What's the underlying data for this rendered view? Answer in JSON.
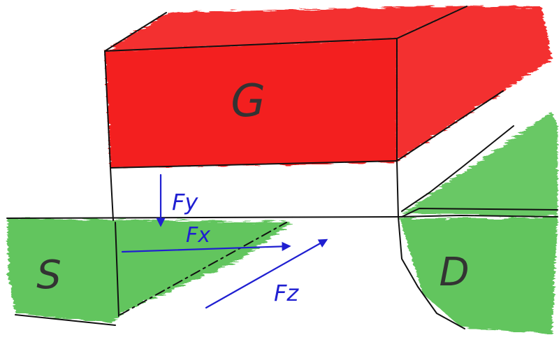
{
  "labels": {
    "gate": "G",
    "source": "S",
    "drain": "D",
    "fy": "Fy",
    "fx": "Fx",
    "fz": "Fz"
  },
  "colors": {
    "gate_fill": "#f20d0d",
    "region_fill": "#3fb93a",
    "ink": "#111111",
    "force_ink": "#1f1fd1",
    "label_ink": "#333333"
  }
}
